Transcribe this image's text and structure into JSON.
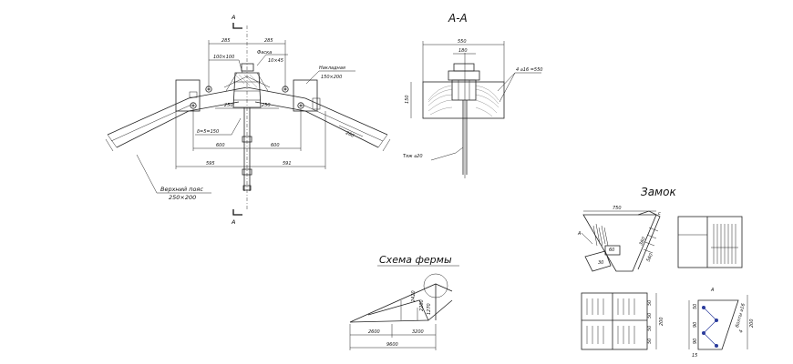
{
  "section_marks": {
    "top": "А",
    "bottom": "А"
  },
  "main_node": {
    "dims": {
      "d_left_top": "285",
      "d_right_top": "285",
      "d_plate": "100×100",
      "d_250_left": "250",
      "d_250_right": "250",
      "d_600_left": "600",
      "d_600_right": "600",
      "d_595": "595",
      "d_591": "591",
      "d_260": "260"
    },
    "labels": {
      "chamfer": "Фаска",
      "chamfer_size": "10×45",
      "overlay": "Накладная",
      "overlay_size": "150×200",
      "weld": "δ=5=150",
      "chord": "Верхний пояс",
      "chord_size": "250×200"
    }
  },
  "section_aa": {
    "title": "А-А",
    "dims": {
      "width": "550",
      "inner": "180",
      "height": "150"
    },
    "labels": {
      "bolts": "4 ⌀16 =550",
      "rod": "Тяж ⌀20"
    }
  },
  "truss_scheme": {
    "title": "Схема фермы",
    "dims": {
      "h1": "2420",
      "h2": "1270",
      "h3": "2200",
      "b1": "2600",
      "b2": "3200",
      "span": "9600"
    }
  },
  "lock": {
    "title": "Замок",
    "mark": "А",
    "dims": {
      "top": "750",
      "d1": "60",
      "d2": "30",
      "d3": "360",
      "d4": "560",
      "side": "200",
      "s1": "50",
      "s2": "50",
      "s3": "50",
      "s4": "50",
      "v1": "50",
      "v2": "90",
      "v3": "90",
      "v4": "15",
      "v5": "200",
      "v6": "4"
    },
    "labels": {
      "bolts": "болты ⌀16",
      "c": "с"
    }
  }
}
